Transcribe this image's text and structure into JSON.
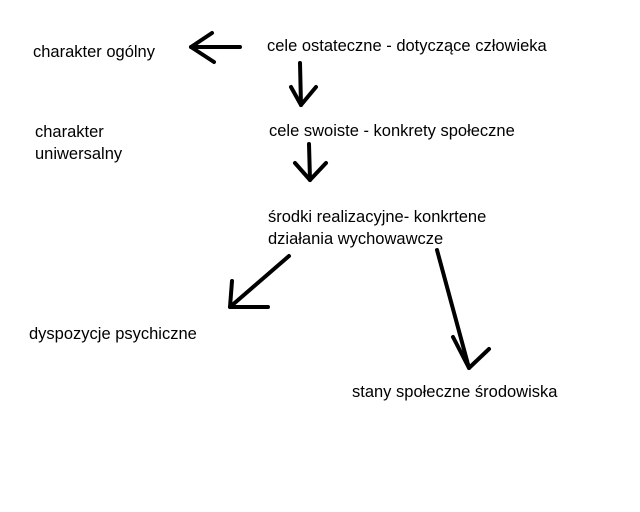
{
  "diagram": {
    "nodes": {
      "charakter_ogolny": "charakter ogólny",
      "cele_ostateczne": "cele ostateczne - dotyczące człowieka",
      "charakter_uniwersalny": [
        "charakter",
        "uniwersalny"
      ],
      "cele_swoiste": "cele swoiste - konkrety społeczne",
      "srodki_realizacyjne": [
        "środki realizacyjne- konkrtene",
        "działania wychowawcze"
      ],
      "dyspozycje_psychiczne": "dyspozycje psychiczne",
      "stany_spoleczne": "stany społeczne środowiska"
    },
    "edges": [
      {
        "from": "cele_ostateczne",
        "to": "charakter_ogolny"
      },
      {
        "from": "cele_ostateczne",
        "to": "cele_swoiste"
      },
      {
        "from": "cele_swoiste",
        "to": "srodki_realizacyjne"
      },
      {
        "from": "srodki_realizacyjne",
        "to": "dyspozycje_psychiczne"
      },
      {
        "from": "srodki_realizacyjne",
        "to": "stany_spoleczne"
      }
    ],
    "colors": {
      "background": "#ffffff",
      "ink": "#000000"
    }
  }
}
